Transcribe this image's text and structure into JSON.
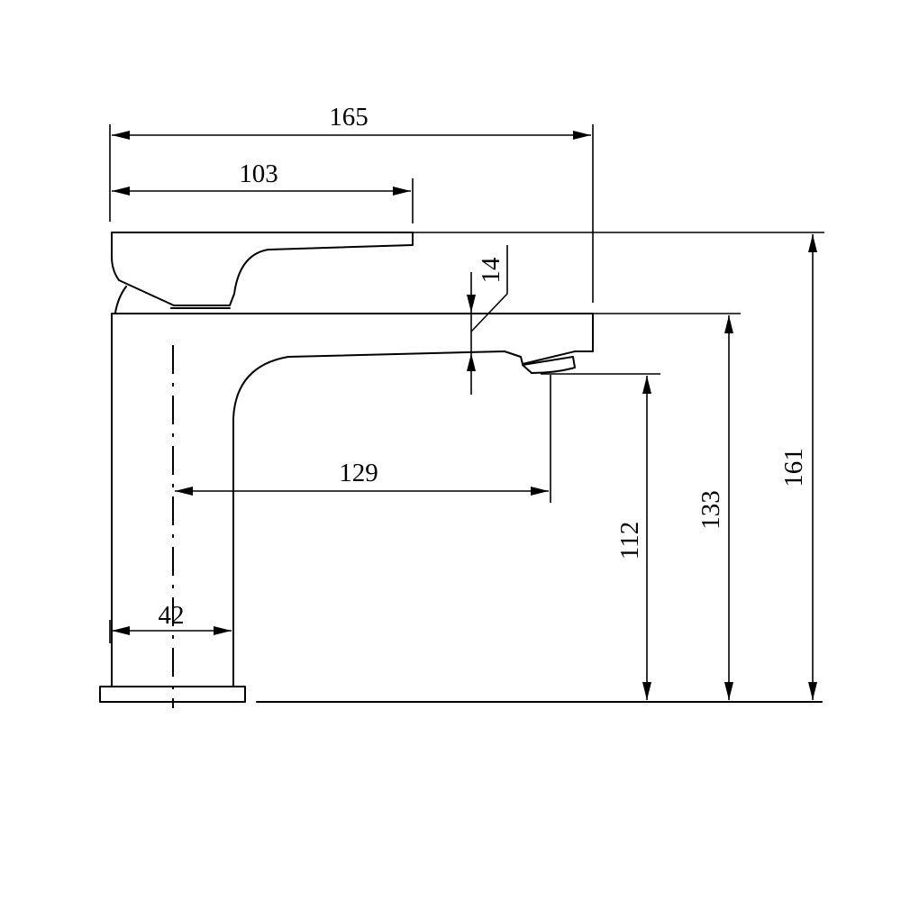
{
  "drawing": {
    "subject": "basin-mixer-side-elevation",
    "line_color": "#000000",
    "background_color": "#ffffff"
  },
  "dimensions": {
    "overall_length": "165",
    "lever_length": "103",
    "spout_thickness": "14",
    "spout_reach": "129",
    "spout_outlet_height": "112",
    "spout_top_height": "133",
    "overall_height": "161",
    "body_width": "42"
  }
}
